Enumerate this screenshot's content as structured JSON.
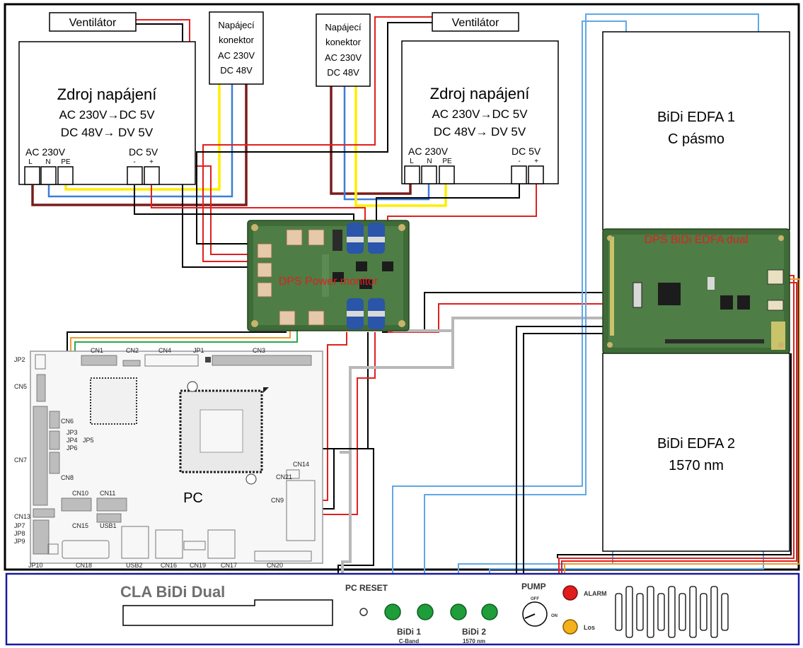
{
  "labels": {
    "fan_left": "Ventilátor",
    "fan_right": "Ventilátor",
    "connector_title_lines": [
      "Napájecí",
      "konektor",
      "AC 230V",
      "DC 48V"
    ],
    "psu_title": "Zdroj napájení",
    "psu_line1": "AC 230V→DC 5V",
    "psu_line2": "DC 48V→ DV 5V",
    "psu_ac_label": "AC 230V",
    "psu_dc_label": "DC 5V",
    "term_l": "L",
    "term_n": "N",
    "term_pe": "PE",
    "term_minus": "-",
    "term_plus": "+",
    "edfa1_line1": "BiDi EDFA 1",
    "edfa1_line2": "C pásmo",
    "edfa2_line1": "BiDi EDFA 2",
    "edfa2_line2": "1570 nm",
    "dps_dual": "DPS BiDi EDFA dual",
    "dps_power": "DPS Power monitor",
    "pc": "PC",
    "panel_title": "CLA BiDi Dual",
    "pc_reset": "PC RESET",
    "pump": "PUMP",
    "pump_off": "OFF",
    "pump_on": "ON",
    "alarm": "ALARM",
    "los": "Los",
    "bidi1": "BiDi 1",
    "bidi1_sub": "C-Band",
    "bidi2": "BiDi 2",
    "bidi2_sub": "1570 nm"
  },
  "pc_labels": {
    "jp2": "JP2",
    "cn1": "CN1",
    "cn2": "CN2",
    "cn4": "CN4",
    "jp1": "JP1",
    "cn3": "CN3",
    "cn5": "CN5",
    "cn6": "CN6",
    "jp3": "JP3",
    "jp4": "JP4",
    "jp5": "JP5",
    "jp6": "JP6",
    "cn7": "CN7",
    "cn8": "CN8",
    "cn14": "CN14",
    "cn21": "CN21",
    "cn9": "CN9",
    "cn10": "CN10",
    "cn11": "CN11",
    "cn15": "CN15",
    "usb1": "USB1",
    "cn13": "CN13",
    "jp7": "JP7",
    "jp8": "JP8",
    "jp9": "JP9",
    "jp10": "JP10",
    "cn18": "CN18",
    "usb2": "USB2",
    "cn16": "CN16",
    "cn19": "CN19",
    "cn17": "CN17",
    "cn20": "CN20"
  },
  "colors": {
    "red": "#e02020",
    "black": "#000000",
    "blue": "#3d7ed6",
    "light_blue": "#5fa8e6",
    "yellow": "#ffee00",
    "dark_red": "#7a1c1c",
    "gray": "#b8b8b8",
    "pcb_green": "#3f6b38",
    "panel_border": "#1a1aa0",
    "alarm_led": "#e21b1b",
    "los_led": "#f3b21a"
  }
}
